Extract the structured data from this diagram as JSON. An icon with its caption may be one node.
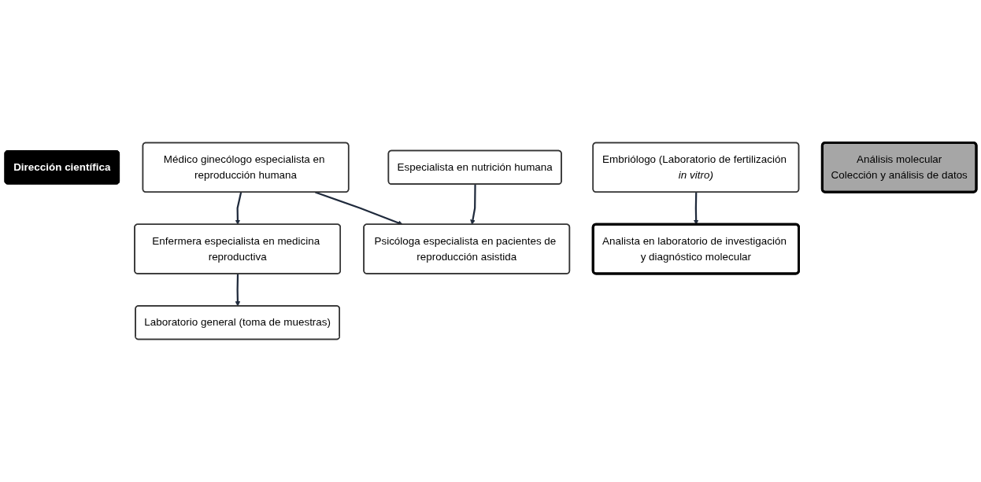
{
  "diagram": {
    "nodes": [
      {
        "text": [
          "Dirección científica"
        ]
      },
      {
        "text": [
          "Médico ginecólogo especialista en reproducción humana"
        ]
      },
      {
        "text": [
          "Especialista en nutrición humana"
        ]
      },
      {
        "text": [
          "Embriólogo (Laboratorio de fertilización *in vitro)*"
        ]
      },
      {
        "text": [
          "Enfermera especialista en medicina reproductiva"
        ]
      },
      {
        "text": [
          "Psicóloga especialista en pacientes de reproducción asistida"
        ]
      },
      {
        "text": [
          "Analista en laboratorio de investigación y diagnóstico molecular"
        ]
      },
      {
        "text": [
          "Laboratorio general (toma de muestras)"
        ]
      },
      {
        "text": [
          "Análisis molecular",
          "Colección y análisis de datos"
        ]
      }
    ],
    "edges": [
      {
        "from": 1,
        "to": 4,
        "arrow": "to"
      },
      {
        "from": 1,
        "to": 5,
        "arrow": "to"
      },
      {
        "from": 2,
        "to": 5,
        "arrow": "to"
      },
      {
        "from": 3,
        "to": 6,
        "arrow": "to"
      },
      {
        "from": 4,
        "to": 7,
        "arrow": "to"
      }
    ]
  }
}
